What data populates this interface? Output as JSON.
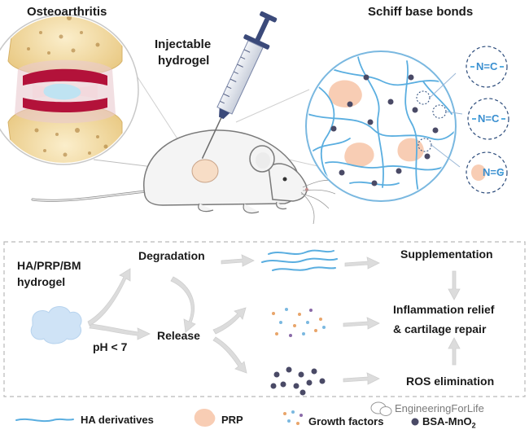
{
  "top": {
    "osteo_label": "Osteoarthritis",
    "injectable_line1": "Injectable",
    "injectable_line2": "hydrogel",
    "schiff_label": "Schiff base bonds",
    "bond_label": "N=C"
  },
  "flow": {
    "hydrogel_line1": "HA/PRP/BM",
    "hydrogel_line2": "hydrogel",
    "ph": "pH < 7",
    "degradation": "Degradation",
    "release": "Release",
    "supplementation": "Supplementation",
    "inflammation_line1": "Inflammation relief",
    "inflammation_line2": "& cartilage repair",
    "ros": "ROS elimination"
  },
  "legend": {
    "ha": "HA derivatives",
    "prp": "PRP",
    "gf": "Growth factors",
    "bsa": "BSA-MnO",
    "bsa_sub": "2"
  },
  "watermark": "EngineeringForLife",
  "colors": {
    "ha_blue": "#5aaee0",
    "prp_peach": "#f8cdb4",
    "particle": "#4a4a66",
    "arrow_grey": "#d8d8d8",
    "cartilage_red": "#b3123a",
    "bone": "#f2dca0"
  }
}
